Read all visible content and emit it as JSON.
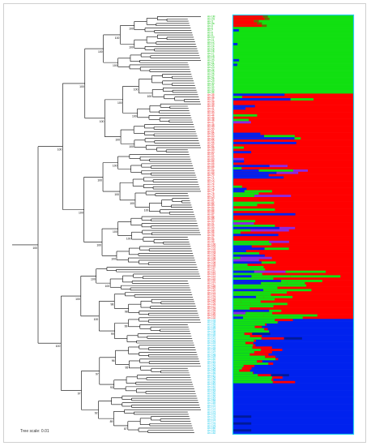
{
  "figure": {
    "scale_label": "Tree scale: 0.01",
    "colors": {
      "cluster_green": "#11e011",
      "cluster_red": "#ff0000",
      "cluster_blue": "#0022ee",
      "cluster_navy": "#001a99",
      "cluster_purple": "#8a2be2",
      "cluster_olive": "#6b6b00",
      "label_green": "#22cc22",
      "label_red": "#ee2222",
      "label_cyan": "#22ccee",
      "branch": "#000000",
      "panel_border": "#22ccee"
    },
    "bootstrap_values": [
      "100",
      "100",
      "100",
      "100",
      "100",
      "100",
      "100",
      "100",
      "100",
      "100",
      "100",
      "100",
      "100",
      "100",
      "100",
      "100",
      "100",
      "100",
      "100",
      "100",
      "100",
      "100",
      "100",
      "100",
      "100",
      "100",
      "100",
      "100",
      "100",
      "100",
      "98",
      "98",
      "99",
      "99",
      "97",
      "97",
      "96",
      "95",
      "93",
      "92",
      "89",
      "87",
      "85",
      "82",
      "80",
      "79",
      "77",
      "73",
      "70",
      "67",
      "65",
      "63",
      "61",
      "59",
      "57",
      "55"
    ]
  },
  "tips": [
    {
      "label": "An-1M",
      "group": "green"
    },
    {
      "label": "An-2G",
      "group": "green"
    },
    {
      "label": "An-3",
      "group": "green"
    },
    {
      "label": "An-4a",
      "group": "green"
    },
    {
      "label": "An-5",
      "group": "green"
    },
    {
      "label": "An-6",
      "group": "green"
    },
    {
      "label": "An-7",
      "group": "green"
    },
    {
      "label": "An-8",
      "group": "green"
    },
    {
      "label": "An-9",
      "group": "green"
    },
    {
      "label": "An-10",
      "group": "green"
    },
    {
      "label": "An-11",
      "group": "green"
    },
    {
      "label": "An-12",
      "group": "green"
    },
    {
      "label": "An-13",
      "group": "green"
    },
    {
      "label": "An-14",
      "group": "green"
    },
    {
      "label": "An-15",
      "group": "green"
    },
    {
      "label": "An-16",
      "group": "green"
    },
    {
      "label": "An-17",
      "group": "green"
    },
    {
      "label": "An-18",
      "group": "green"
    },
    {
      "label": "An-19",
      "group": "green"
    },
    {
      "label": "An-20",
      "group": "green"
    },
    {
      "label": "An-21",
      "group": "green"
    },
    {
      "label": "An-22",
      "group": "green"
    },
    {
      "label": "An-23",
      "group": "green"
    },
    {
      "label": "An-24",
      "group": "green"
    },
    {
      "label": "An-25",
      "group": "green"
    },
    {
      "label": "An-26",
      "group": "green"
    },
    {
      "label": "An-27",
      "group": "green"
    },
    {
      "label": "An-28",
      "group": "green"
    },
    {
      "label": "An-29",
      "group": "green"
    },
    {
      "label": "An-30",
      "group": "green"
    },
    {
      "label": "An-31",
      "group": "green"
    },
    {
      "label": "An-32",
      "group": "green"
    },
    {
      "label": "An-33",
      "group": "green"
    },
    {
      "label": "An-34",
      "group": "green"
    },
    {
      "label": "An-35",
      "group": "red"
    },
    {
      "label": "An-36",
      "group": "red"
    },
    {
      "label": "An-37",
      "group": "red"
    },
    {
      "label": "An-38",
      "group": "red"
    },
    {
      "label": "An-39",
      "group": "red"
    },
    {
      "label": "An-40",
      "group": "red"
    },
    {
      "label": "An-41",
      "group": "red"
    },
    {
      "label": "An-42",
      "group": "red"
    },
    {
      "label": "An-43",
      "group": "red"
    },
    {
      "label": "An-44",
      "group": "red"
    },
    {
      "label": "An-45",
      "group": "red"
    },
    {
      "label": "An-46",
      "group": "red"
    },
    {
      "label": "An-47",
      "group": "red"
    },
    {
      "label": "An-48",
      "group": "red"
    },
    {
      "label": "An-49",
      "group": "red"
    },
    {
      "label": "An-50",
      "group": "red"
    },
    {
      "label": "An-51",
      "group": "red"
    },
    {
      "label": "An-52",
      "group": "red"
    },
    {
      "label": "An-53",
      "group": "red"
    },
    {
      "label": "An-54",
      "group": "red"
    },
    {
      "label": "An-55",
      "group": "red"
    },
    {
      "label": "An-56",
      "group": "red"
    },
    {
      "label": "An-57",
      "group": "red"
    },
    {
      "label": "An-58",
      "group": "red"
    },
    {
      "label": "An-59",
      "group": "red"
    },
    {
      "label": "An-60",
      "group": "red"
    },
    {
      "label": "An-61",
      "group": "red"
    },
    {
      "label": "An-62",
      "group": "red"
    },
    {
      "label": "An-63",
      "group": "red"
    },
    {
      "label": "An-64",
      "group": "red"
    },
    {
      "label": "An-65",
      "group": "red"
    },
    {
      "label": "An-66",
      "group": "red"
    },
    {
      "label": "An-67",
      "group": "red"
    },
    {
      "label": "An-68",
      "group": "red"
    },
    {
      "label": "An-69",
      "group": "red"
    },
    {
      "label": "An-70",
      "group": "red"
    },
    {
      "label": "An-71",
      "group": "red"
    },
    {
      "label": "An-72",
      "group": "red"
    },
    {
      "label": "An-73",
      "group": "red"
    },
    {
      "label": "An-74",
      "group": "red"
    },
    {
      "label": "An-75",
      "group": "red"
    },
    {
      "label": "An-76",
      "group": "red"
    },
    {
      "label": "An-77",
      "group": "red"
    },
    {
      "label": "An-78",
      "group": "red"
    },
    {
      "label": "An-79",
      "group": "red"
    },
    {
      "label": "An-80",
      "group": "red"
    },
    {
      "label": "An-81",
      "group": "red"
    },
    {
      "label": "An-82",
      "group": "red"
    },
    {
      "label": "An-83",
      "group": "red"
    },
    {
      "label": "An-84",
      "group": "red"
    },
    {
      "label": "An-85",
      "group": "red"
    },
    {
      "label": "An-86",
      "group": "red"
    },
    {
      "label": "An-87",
      "group": "red"
    },
    {
      "label": "An-88",
      "group": "red"
    },
    {
      "label": "An-89",
      "group": "red"
    },
    {
      "label": "An-90",
      "group": "red"
    },
    {
      "label": "An-91",
      "group": "red"
    },
    {
      "label": "An-92",
      "group": "red"
    },
    {
      "label": "An-93",
      "group": "red"
    },
    {
      "label": "An-94",
      "group": "red"
    },
    {
      "label": "An-95",
      "group": "red"
    },
    {
      "label": "An-96",
      "group": "red"
    },
    {
      "label": "An-97",
      "group": "red"
    },
    {
      "label": "An-98",
      "group": "red"
    },
    {
      "label": "An-99",
      "group": "red"
    },
    {
      "label": "An-100",
      "group": "red"
    },
    {
      "label": "An-101",
      "group": "red"
    },
    {
      "label": "An-102",
      "group": "red"
    },
    {
      "label": "An-103",
      "group": "red"
    },
    {
      "label": "An-104",
      "group": "red"
    },
    {
      "label": "An-105",
      "group": "red"
    },
    {
      "label": "An-106",
      "group": "red"
    },
    {
      "label": "An-107",
      "group": "red"
    },
    {
      "label": "An-108",
      "group": "red"
    },
    {
      "label": "An-109",
      "group": "red"
    },
    {
      "label": "An-110",
      "group": "red"
    },
    {
      "label": "An-111",
      "group": "red"
    },
    {
      "label": "An-112",
      "group": "red"
    },
    {
      "label": "An-113",
      "group": "red"
    },
    {
      "label": "An-114",
      "group": "red"
    },
    {
      "label": "An-115",
      "group": "red"
    },
    {
      "label": "An-116",
      "group": "red"
    },
    {
      "label": "An-117",
      "group": "red"
    },
    {
      "label": "An-118",
      "group": "red"
    },
    {
      "label": "An-119",
      "group": "red"
    },
    {
      "label": "An-120",
      "group": "red"
    },
    {
      "label": "An-121",
      "group": "red"
    },
    {
      "label": "An-122",
      "group": "red"
    },
    {
      "label": "An-123",
      "group": "red"
    },
    {
      "label": "An-124",
      "group": "red"
    },
    {
      "label": "An-125",
      "group": "red"
    },
    {
      "label": "An-126",
      "group": "red"
    },
    {
      "label": "An-127",
      "group": "red"
    },
    {
      "label": "An-128",
      "group": "red"
    },
    {
      "label": "An-129",
      "group": "red"
    },
    {
      "label": "An-130",
      "group": "red"
    },
    {
      "label": "An-131",
      "group": "red"
    },
    {
      "label": "An-132",
      "group": "red"
    },
    {
      "label": "An-133",
      "group": "cyan"
    },
    {
      "label": "An-134",
      "group": "cyan"
    },
    {
      "label": "An-135",
      "group": "cyan"
    },
    {
      "label": "An-136",
      "group": "cyan"
    },
    {
      "label": "An-137",
      "group": "cyan"
    },
    {
      "label": "An-138",
      "group": "cyan"
    },
    {
      "label": "An-139",
      "group": "cyan"
    },
    {
      "label": "An-140",
      "group": "cyan"
    },
    {
      "label": "An-141",
      "group": "cyan"
    },
    {
      "label": "An-142",
      "group": "cyan"
    },
    {
      "label": "An-143",
      "group": "cyan"
    },
    {
      "label": "An-144",
      "group": "cyan"
    },
    {
      "label": "An-145",
      "group": "cyan"
    },
    {
      "label": "An-146",
      "group": "cyan"
    },
    {
      "label": "An-147",
      "group": "cyan"
    },
    {
      "label": "An-148",
      "group": "cyan"
    },
    {
      "label": "An-149",
      "group": "cyan"
    },
    {
      "label": "An-150",
      "group": "cyan"
    },
    {
      "label": "An-151",
      "group": "cyan"
    },
    {
      "label": "An-152",
      "group": "cyan"
    },
    {
      "label": "An-153",
      "group": "cyan"
    },
    {
      "label": "An-154",
      "group": "cyan"
    },
    {
      "label": "An-155",
      "group": "cyan"
    },
    {
      "label": "An-156",
      "group": "cyan"
    },
    {
      "label": "An-157",
      "group": "cyan"
    },
    {
      "label": "An-158",
      "group": "cyan"
    },
    {
      "label": "An-159",
      "group": "cyan"
    },
    {
      "label": "An-160",
      "group": "cyan"
    },
    {
      "label": "An-161",
      "group": "cyan"
    },
    {
      "label": "An-162",
      "group": "cyan"
    },
    {
      "label": "An-163",
      "group": "cyan"
    },
    {
      "label": "An-164",
      "group": "cyan"
    },
    {
      "label": "An-165",
      "group": "cyan"
    },
    {
      "label": "An-166",
      "group": "cyan"
    },
    {
      "label": "An-167",
      "group": "cyan"
    },
    {
      "label": "An-168",
      "group": "cyan"
    },
    {
      "label": "An-169",
      "group": "cyan"
    },
    {
      "label": "An-170",
      "group": "cyan"
    },
    {
      "label": "An-171",
      "group": "cyan"
    },
    {
      "label": "An-172",
      "group": "cyan"
    },
    {
      "label": "An-173",
      "group": "cyan"
    },
    {
      "label": "An-174",
      "group": "cyan"
    },
    {
      "label": "An-175",
      "group": "cyan"
    },
    {
      "label": "An-176",
      "group": "cyan"
    },
    {
      "label": "An-177",
      "group": "cyan"
    },
    {
      "label": "An-178",
      "group": "cyan"
    },
    {
      "label": "An-179",
      "group": "cyan"
    },
    {
      "label": "An-180",
      "group": "cyan"
    },
    {
      "label": "An-181",
      "group": "cyan"
    },
    {
      "label": "An-182",
      "group": "cyan"
    }
  ]
}
